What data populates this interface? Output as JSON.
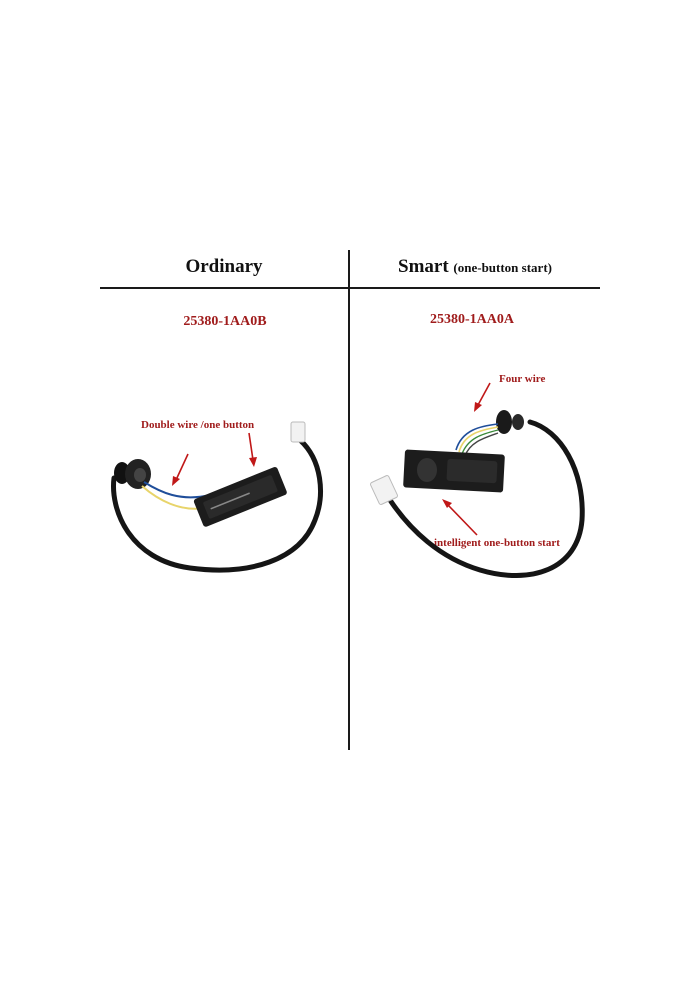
{
  "comparison": {
    "columns": [
      {
        "title": "Ordinary",
        "subtitle": "",
        "part_number": "25380-1AA0B",
        "callouts": [
          "Double wire /one button"
        ]
      },
      {
        "title": "Smart",
        "subtitle": "(one-button start)",
        "part_number": "25380-1AA0A",
        "callouts": [
          "Four wire",
          "intelligent one-button start"
        ]
      }
    ]
  },
  "colors": {
    "accent_red": "#a01c1c",
    "line": "#1a1a1a",
    "switch_body": "#1c1c1c",
    "wire_blue": "#1f4e9a",
    "wire_yellow": "#e8d46a",
    "connector_white": "#f2f2f2"
  }
}
